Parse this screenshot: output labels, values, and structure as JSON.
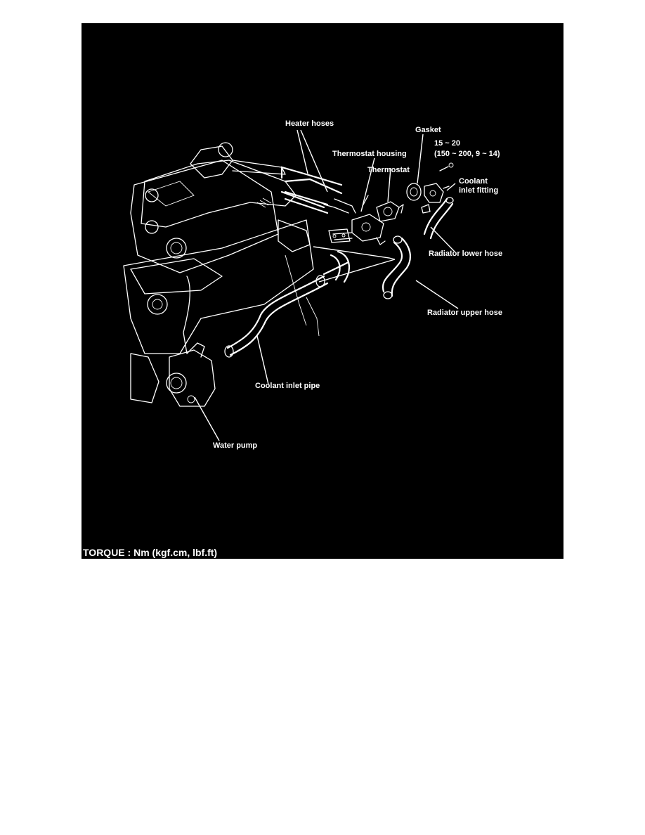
{
  "figure": {
    "background": "#000000",
    "line_color": "#ffffff",
    "labels": {
      "heater_hoses": "Heater hoses",
      "gasket": "Gasket",
      "torque_value": "15 ~ 20",
      "torque_range": "(150 ~ 200, 9 ~ 14)",
      "thermostat_housing": "Thermostat housing",
      "thermostat": "Thermostat",
      "coolant_inlet_fitting_1": "Coolant",
      "coolant_inlet_fitting_2": "inlet fitting",
      "radiator_lower_hose": "Radiator lower hose",
      "radiator_upper_hose": "Radiator upper hose",
      "coolant_inlet_pipe": "Coolant inlet pipe",
      "water_pump": "Water pump",
      "torque_units": "TORQUE : Nm (kgf.cm, lbf.ft)"
    }
  }
}
